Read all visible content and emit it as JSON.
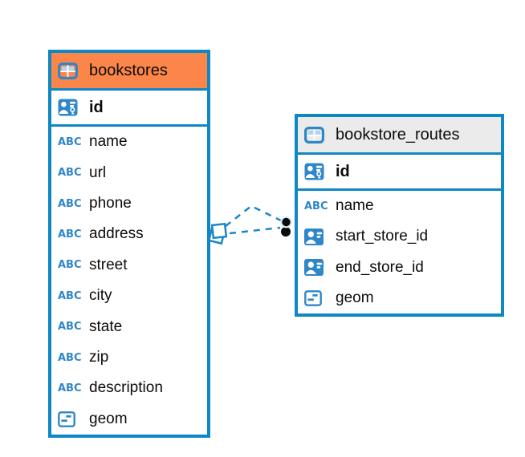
{
  "colors": {
    "table_border_blue": "#0e87c5",
    "icon_blue": "#2f87c8",
    "header_orange": "#fc8649",
    "header_gray": "#ebebeb",
    "relation_line_blue": "#1d86c8",
    "relation_marker_black": "#0b0b0b",
    "text": "#0b0b0b"
  },
  "icons": {
    "abc_text": "ABC"
  },
  "tables": [
    {
      "name": "bookstores",
      "key_column": "id",
      "columns": [
        "name",
        "url",
        "phone",
        "address",
        "street",
        "city",
        "state",
        "zip",
        "description",
        "geom"
      ]
    },
    {
      "name": "bookstore_routes",
      "key_column": "id",
      "columns": [
        "name",
        "start_store_id",
        "end_store_id",
        "geom"
      ]
    }
  ],
  "connections": [
    {
      "from_table": "bookstores",
      "to_table": "bookstore_routes",
      "style": "dashed"
    },
    {
      "from_table": "bookstores",
      "to_table": "bookstore_routes",
      "style": "dashed"
    }
  ]
}
